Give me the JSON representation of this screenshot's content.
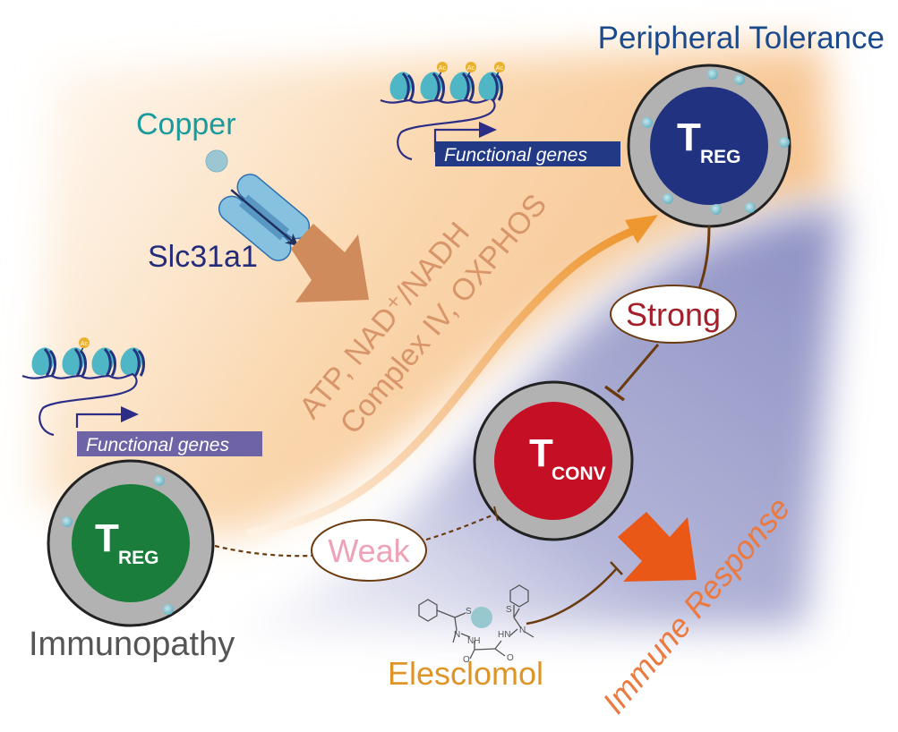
{
  "title": "Peripheral Tolerance",
  "copper_label": "Copper",
  "transporter_label": "Slc31a1",
  "metabolism_line1": "ATP, NAD⁺/NADH",
  "metabolism_line2": "Complex IV, OXPHOS",
  "top_genes_label": "Functional genes",
  "bottom_genes_label": "Functional genes",
  "acetyl_label": "Ac",
  "treg_top": {
    "main": "T",
    "sub": "REG"
  },
  "treg_bottom": {
    "main": "T",
    "sub": "REG"
  },
  "tconv": {
    "main": "T",
    "sub": "CONV"
  },
  "strong_label": "Strong",
  "weak_label": "Weak",
  "immunopathy_label": "Immunopathy",
  "elesclomol_label": "Elesclomol",
  "immune_response_label": "Immune Response",
  "molecule_atoms": {
    "s": "S",
    "n": "N",
    "nh": "NH",
    "hn": "HN",
    "o": "O"
  },
  "colors": {
    "title": "#1b4a8c",
    "copper": "#1a9a9c",
    "slc": "#232c7a",
    "metabolism": "#d9956a",
    "treg_top": "#203280",
    "treg_bottom": "#1b7d3c",
    "tconv": "#c40f24",
    "strong": "#a3202a",
    "weak": "#eea2b5",
    "immunopathy": "#555555",
    "elesclomol": "#de9426",
    "immune_response": "#ea7a3f",
    "immune_arrow": "#ea5818",
    "copper_arrow": "#cf8b5c",
    "orange_arrow": "#ee9a3a",
    "connector": "#6b3b10"
  }
}
